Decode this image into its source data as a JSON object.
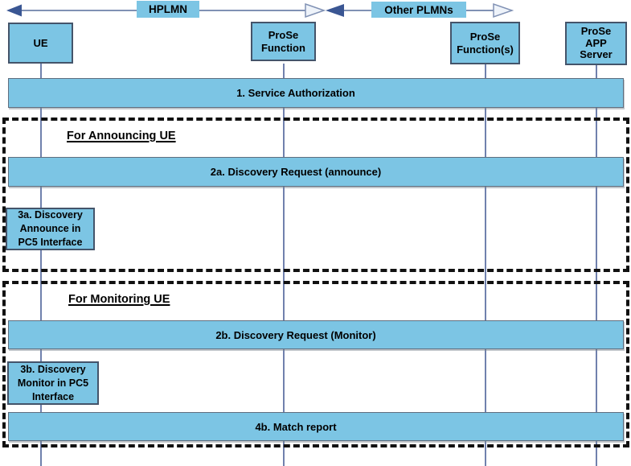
{
  "network_scopes": [
    {
      "label": "HPLMN"
    },
    {
      "label": "Other PLMNs"
    }
  ],
  "entities": [
    {
      "label": "UE"
    },
    {
      "label": "ProSe\nFunction"
    },
    {
      "label": "ProSe\nFunction(s)"
    },
    {
      "label": "ProSe\nAPP\nServer"
    }
  ],
  "messages": [
    {
      "label": "1. Service Authorization"
    },
    {
      "label": "2a. Discovery Request (announce)"
    },
    {
      "label": "2b. Discovery Request (Monitor)"
    },
    {
      "label": "4b. Match report"
    }
  ],
  "pc5_events": [
    {
      "label": "3a. Discovery\nAnnounce in\nPC5 Interface"
    },
    {
      "label": "3b. Discovery\nMonitor in PC5\nInterface"
    }
  ],
  "sections": [
    {
      "label": "For Announcing UE"
    },
    {
      "label": "For Monitoring UE"
    }
  ],
  "colors": {
    "box_fill": "#7cc5e4",
    "box_border": "#44546a",
    "lifeline": "#7081ad",
    "arrow_shaft": "#8091b4",
    "arrow_solid_head": "#3a5693",
    "arrow_open_head_fill": "#eef3fa",
    "dashed_border": "#111111",
    "text": "#000000"
  }
}
